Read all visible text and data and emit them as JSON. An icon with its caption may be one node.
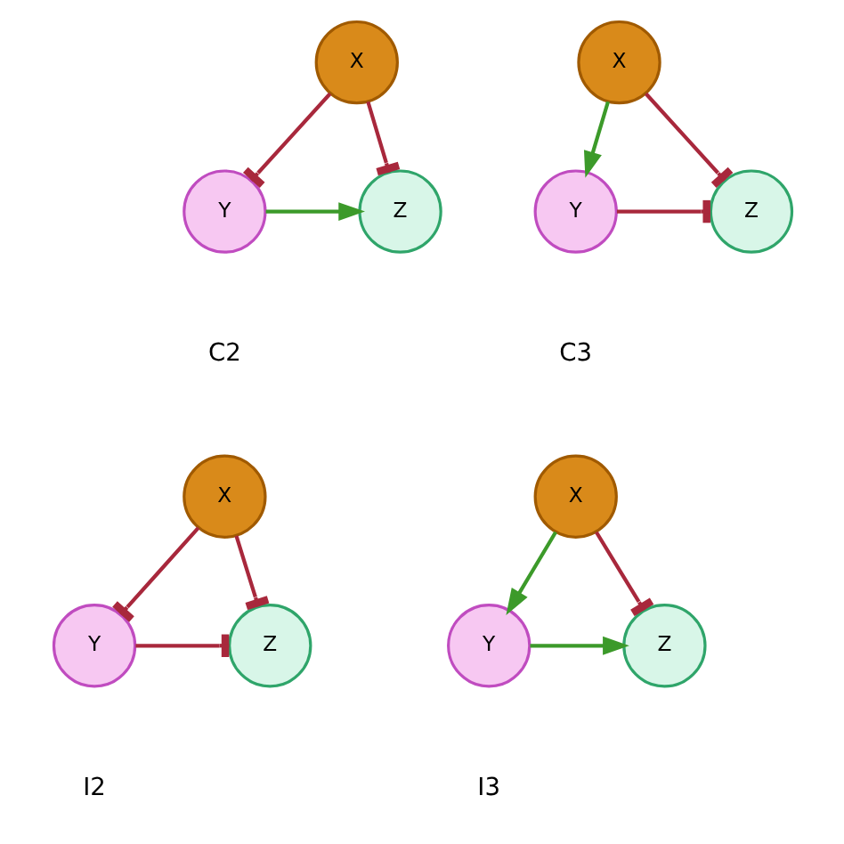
{
  "diagram": {
    "nodes": [
      {
        "text": [
          "X"
        ]
      },
      {
        "text": [
          "Y"
        ]
      },
      {
        "text": [
          "Z"
        ]
      },
      {
        "text": [
          "X"
        ]
      },
      {
        "text": [
          "Y"
        ]
      },
      {
        "text": [
          "Z"
        ]
      },
      {
        "text": [
          "X"
        ]
      },
      {
        "text": [
          "Y"
        ]
      },
      {
        "text": [
          "Z"
        ]
      },
      {
        "text": [
          "X"
        ]
      },
      {
        "text": [
          "Y"
        ]
      },
      {
        "text": [
          "Z"
        ]
      }
    ],
    "edges": [
      {
        "from": 0,
        "to": 1,
        "arrow": "other"
      },
      {
        "from": 0,
        "to": 2,
        "arrow": "other"
      },
      {
        "from": 1,
        "to": 2,
        "arrow": "to",
        "color": "#3c9a2a"
      },
      {
        "from": 3,
        "to": 4,
        "arrow": "to",
        "color": "#3c9a2a"
      },
      {
        "from": 3,
        "to": 5,
        "arrow": "other"
      },
      {
        "from": 4,
        "to": 5,
        "arrow": "other"
      },
      {
        "from": 6,
        "to": 7,
        "arrow": "other"
      },
      {
        "from": 6,
        "to": 8,
        "arrow": "other"
      },
      {
        "from": 7,
        "to": 8,
        "arrow": "other"
      },
      {
        "from": 9,
        "to": 10,
        "arrow": "to",
        "color": "#3c9a2a"
      },
      {
        "from": 9,
        "to": 11,
        "arrow": "other"
      },
      {
        "from": 10,
        "to": 11,
        "arrow": "to",
        "color": "#3c9a2a"
      }
    ],
    "labels": [
      "C2",
      "C3",
      "I2",
      "I3"
    ]
  }
}
